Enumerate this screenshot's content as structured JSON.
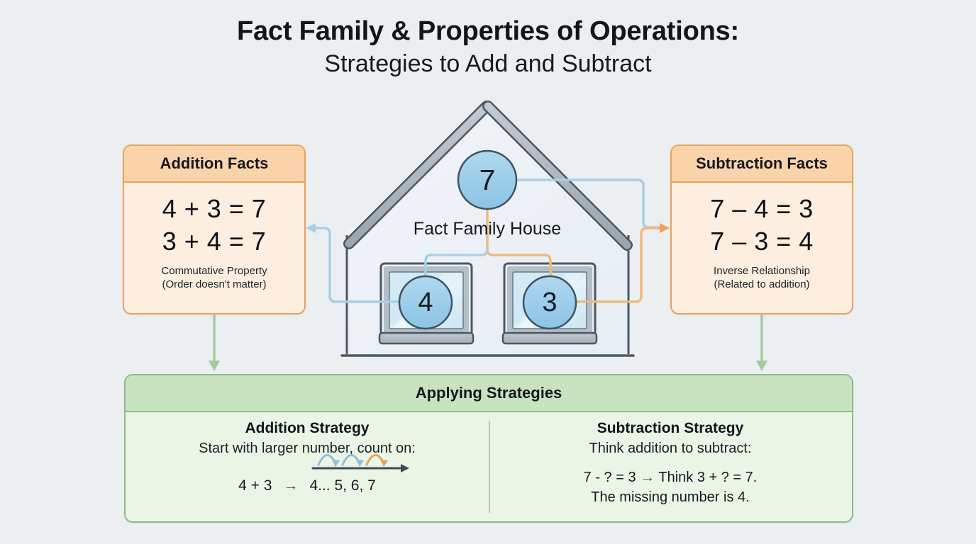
{
  "title": {
    "main": "Fact Family & Properties of Operations:",
    "sub": "Strategies to Add and Subtract"
  },
  "colors": {
    "background": "#eceff1",
    "card_border": "#e8a35e",
    "card_header_fill": "#fbd3ab",
    "card_body_fill": "#fdeee0",
    "panel_border": "#8fba8c",
    "panel_header_fill": "#c9e3c0",
    "panel_body_fill": "#eaf5e6",
    "circle_fill": "#9fcdea",
    "circle_stroke": "#3f5262",
    "connector_blue": "#a9cfe8",
    "connector_orange": "#f0b97c",
    "connector_green": "#a8c8a0",
    "roof_gray": "#aab4bd",
    "house_outline": "#4a5866"
  },
  "addition_card": {
    "header": "Addition Facts",
    "equations": [
      "4 + 3 = 7",
      "3 + 4 = 7"
    ],
    "note_line1": "Commutative Property",
    "note_line2": "(Order doesn't matter)"
  },
  "subtraction_card": {
    "header": "Subtraction Facts",
    "equations": [
      "7 – 4 = 3",
      "7 – 3 = 4"
    ],
    "note_line1": "Inverse Relationship",
    "note_line2": "(Related to addition)"
  },
  "house": {
    "label": "Fact Family House",
    "whole_number": "7",
    "part_left": "4",
    "part_right": "3"
  },
  "strategies": {
    "header": "Applying Strategies",
    "addition": {
      "title": "Addition Strategy",
      "subtitle": "Start with larger number, count on:",
      "expression": "4 + 3",
      "arrow": "→",
      "count_on": "4... 5, 6, 7",
      "hops": [
        "blue",
        "blue",
        "orange"
      ]
    },
    "subtraction": {
      "title": "Subtraction Strategy",
      "subtitle": "Think addition to subtract:",
      "line1_left": "7 - ? = 3",
      "line1_arrow": "→",
      "line1_right": "Think 3 + ? = 7.",
      "line2": "The missing number is 4."
    }
  }
}
